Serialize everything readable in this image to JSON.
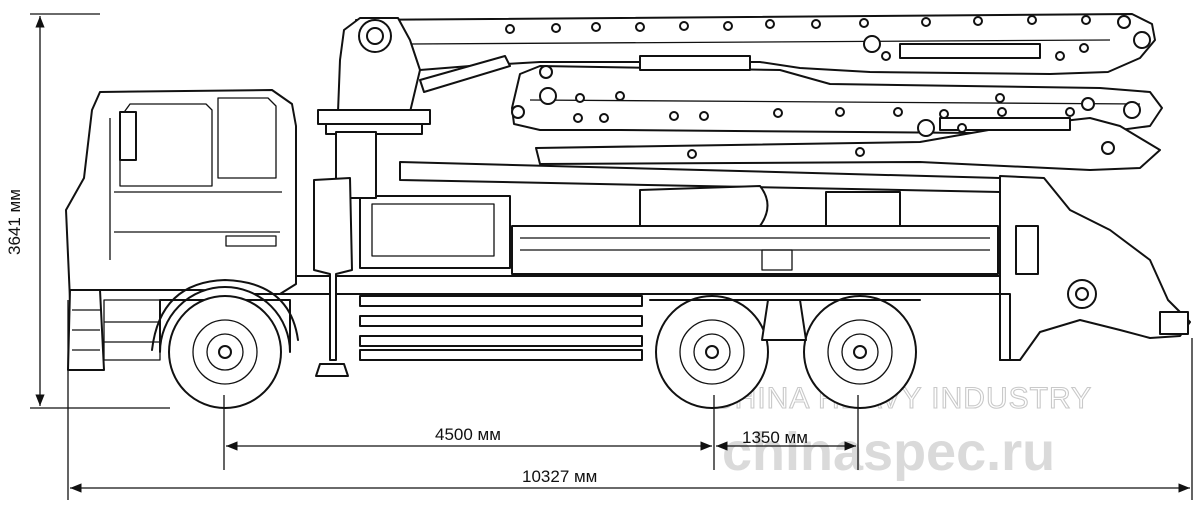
{
  "dimensions": {
    "height_label": "3641 мм",
    "wheelbase_label": "4500 мм",
    "axle_spacing_label": "1350 мм",
    "length_label": "10327 мм"
  },
  "watermarks": {
    "company": "CHINA HEAVY INDUSTRY",
    "site": "chinaspec.ru"
  }
}
